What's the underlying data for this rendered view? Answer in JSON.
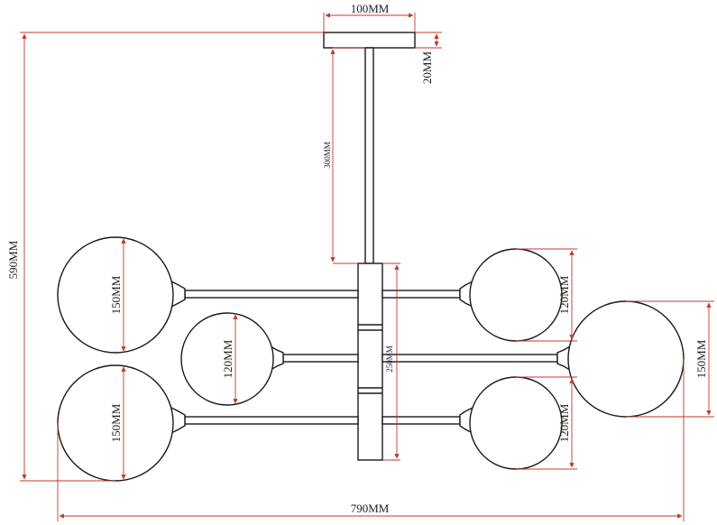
{
  "dimensions": {
    "canopy_width": "100MM",
    "canopy_height": "20MM",
    "rod_length": "300MM",
    "total_height": "590MM",
    "body_height": "250MM",
    "total_width": "790MM",
    "globe_left_top": "150MM",
    "globe_left_bottom": "150MM",
    "globe_center_left": "120MM",
    "globe_right_top": "120MM",
    "globe_right_bottom": "120MM",
    "globe_far_right": "150MM"
  },
  "colors": {
    "line": "#1a1a1a",
    "dimension": "#c0392b"
  }
}
